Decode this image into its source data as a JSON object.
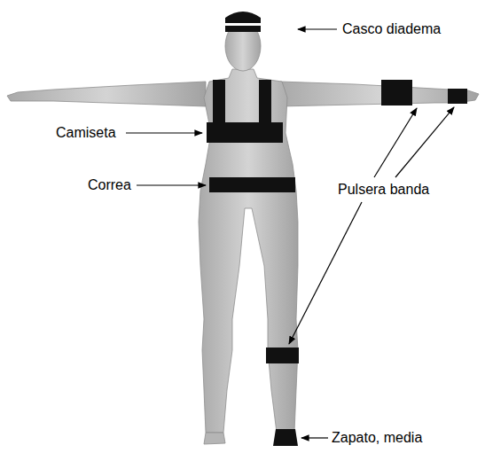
{
  "diagram": {
    "labels": [
      "Casco diadema",
      "Camiseta",
      "Correa",
      "Pulsera banda",
      "Zapato, media"
    ]
  }
}
